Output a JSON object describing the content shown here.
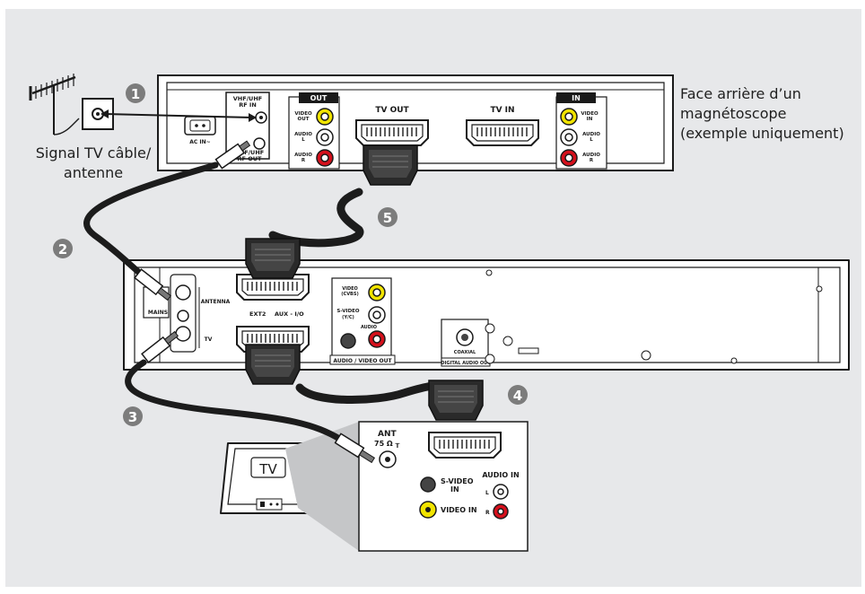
{
  "vcr": {
    "caption_lines": [
      "Face arrière d’un",
      "magnétoscope",
      "(exemple uniquement)"
    ],
    "rf_in": [
      "VHF/UHF",
      "RF IN"
    ],
    "rf_out": [
      "VHF/UHF",
      "RF OUT"
    ],
    "ac_in": "AC IN~",
    "out_header": "OUT",
    "in_header": "IN",
    "video_out": [
      "VIDEO",
      "OUT"
    ],
    "audio_l": [
      "AUDIO",
      "L"
    ],
    "audio_r": [
      "AUDIO",
      "R"
    ],
    "video_in": [
      "VIDEO",
      "IN"
    ],
    "tv_out": "TV OUT",
    "tv_in": "TV IN"
  },
  "antenna": {
    "caption_lines": [
      "Signal TV câble/",
      "antenne"
    ]
  },
  "recorder": {
    "mains": "MAINS",
    "antenna": "ANTENNA",
    "tv": "TV",
    "ext2": "EXT2",
    "aux_io": "AUX - I/O",
    "video_cvbs": [
      "VIDEO",
      "(CVBS)"
    ],
    "svideo": [
      "S-VIDEO",
      "(Y/C)"
    ],
    "audio": "AUDIO",
    "av_out": "AUDIO / VIDEO OUT",
    "coaxial": "COAXIAL",
    "digital_out": "DIGITAL AUDIO OUT"
  },
  "tv": {
    "label": "TV",
    "ant": "ANT",
    "ohm": "75 Ω ┰",
    "svideo_in": [
      "S-VIDEO",
      "IN"
    ],
    "video_in": "VIDEO IN",
    "audio_in": "AUDIO IN",
    "l": "L",
    "r": "R"
  },
  "steps": [
    "1",
    "2",
    "3",
    "4",
    "5"
  ],
  "colors": {
    "background": "#e7e8ea",
    "cable": "#1c1c1c",
    "yellow_jack": "#f1e400",
    "red_jack": "#d6101c",
    "step_badge": "#7c7c7c"
  }
}
